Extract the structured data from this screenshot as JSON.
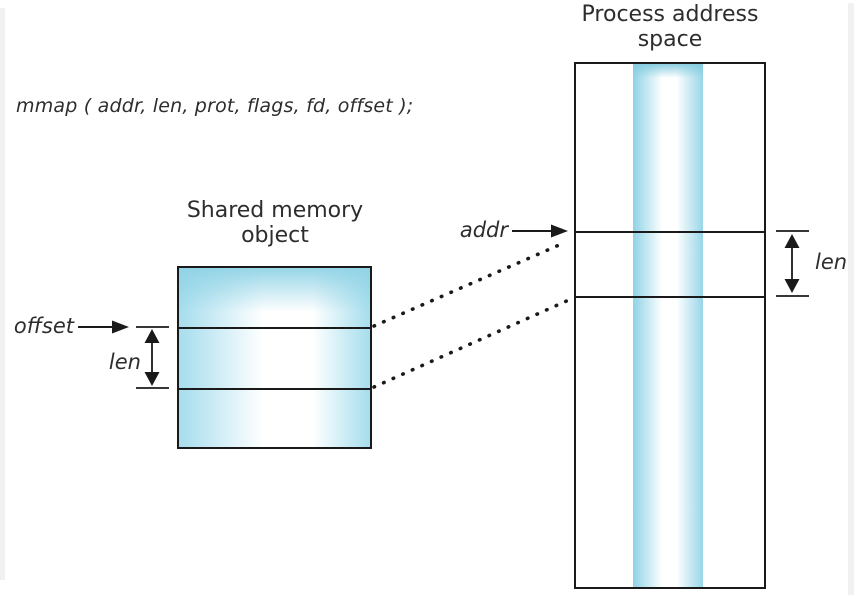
{
  "diagram": {
    "mmap_call": "mmap ( addr, len, prot, flags, fd, offset );",
    "shared_memory": {
      "title": "Shared memory object",
      "offset_label": "offset",
      "len_label": "len"
    },
    "process_space": {
      "title": "Process address space",
      "addr_label": "addr",
      "len_label": "len"
    },
    "colors": {
      "fill_cyan": "#a6dded",
      "fill_cyan_dark": "#8ed2e5",
      "outline": "#1a1a1a",
      "text": "#2d2d2d",
      "page_edge": "#eff1f3"
    }
  }
}
